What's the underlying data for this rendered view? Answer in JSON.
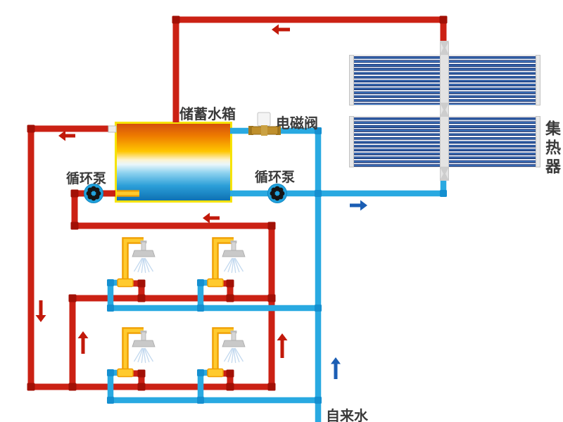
{
  "diagram": {
    "type": "solar-water-heating-system-schematic",
    "labels": {
      "storage_tank": "储蓄水箱",
      "solenoid_valve": "电磁阀",
      "circulation_pump": "循环泵",
      "collector": "集热器",
      "tap_water": "自来水"
    },
    "counts": {
      "showers": 4,
      "circulation_pumps": 2,
      "collector_rows": 2,
      "collector_panels": 4
    },
    "flow_arrows": [
      {
        "color": "red",
        "direction": "left",
        "location": "top pipe from collector to tank"
      },
      {
        "color": "red",
        "direction": "left",
        "location": "tank hot outlet pipe"
      },
      {
        "color": "red",
        "direction": "left",
        "location": "pump loop pipe above shower mains"
      },
      {
        "color": "red",
        "direction": "down",
        "location": "far-left hot downpipe"
      },
      {
        "color": "red",
        "direction": "up",
        "location": "middle hot riser"
      },
      {
        "color": "red",
        "direction": "up",
        "location": "right hot riser"
      },
      {
        "color": "blue",
        "direction": "right",
        "location": "cold feed line to collector"
      },
      {
        "color": "blue",
        "direction": "up",
        "location": "tap water inlet pipe"
      }
    ]
  },
  "colors": {
    "hot_pipe": "#cb2114",
    "hot_fitting": "#a21006",
    "cold_pipe": "#29a9e1",
    "cold_fitting": "#148fd0",
    "mixed_pipe": "#ffca2e",
    "mixed_outline": "#ef9d00",
    "arrow_red": "#c2190a",
    "arrow_blue": "#1b5eb4",
    "tank_border": "#f6e300",
    "collector_tube_dark": "#16357c",
    "collector_tube_light": "#4f8fd8",
    "label_text": "#3a3a3a"
  }
}
